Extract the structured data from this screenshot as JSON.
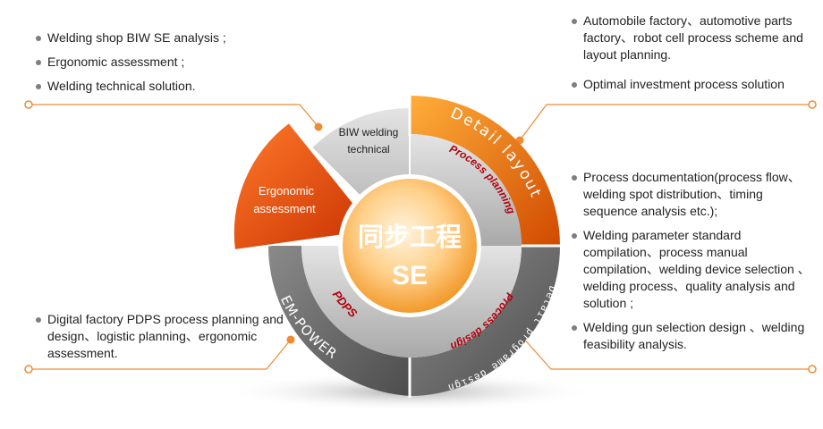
{
  "notes": {
    "top_left": [
      "Welding shop BIW SE analysis ;",
      "Ergonomic assessment ;",
      "Welding technical solution."
    ],
    "top_right": [
      "Automobile factory、automotive parts factory、robot cell process scheme and layout planning.",
      "Optimal investment process solution"
    ],
    "right": [
      "Process documentation(process flow、welding spot distribution、timing sequence analysis etc.);",
      "Welding parameter standard compilation、process manual compilation、welding device selection 、welding process、quality analysis and solution ;",
      "Welding gun selection design 、welding feasibility analysis."
    ],
    "bottom_left": [
      "Digital factory PDPS process planning and design、logistic planning、ergonomic assessment."
    ]
  },
  "wheel": {
    "center_line1": "同步工程",
    "center_line2": "SE",
    "ergonomic_line1": "Ergonomic",
    "ergonomic_line2": "assessment",
    "biw_line1": "BIW welding",
    "biw_line2": "technical",
    "detail_layout": "Detail layout",
    "process_planning": "Process planning",
    "process_design": "Process design",
    "detail_programe_design": "Detail programe design",
    "pdps": "PDPS",
    "em_power": "EM-POWER"
  }
}
